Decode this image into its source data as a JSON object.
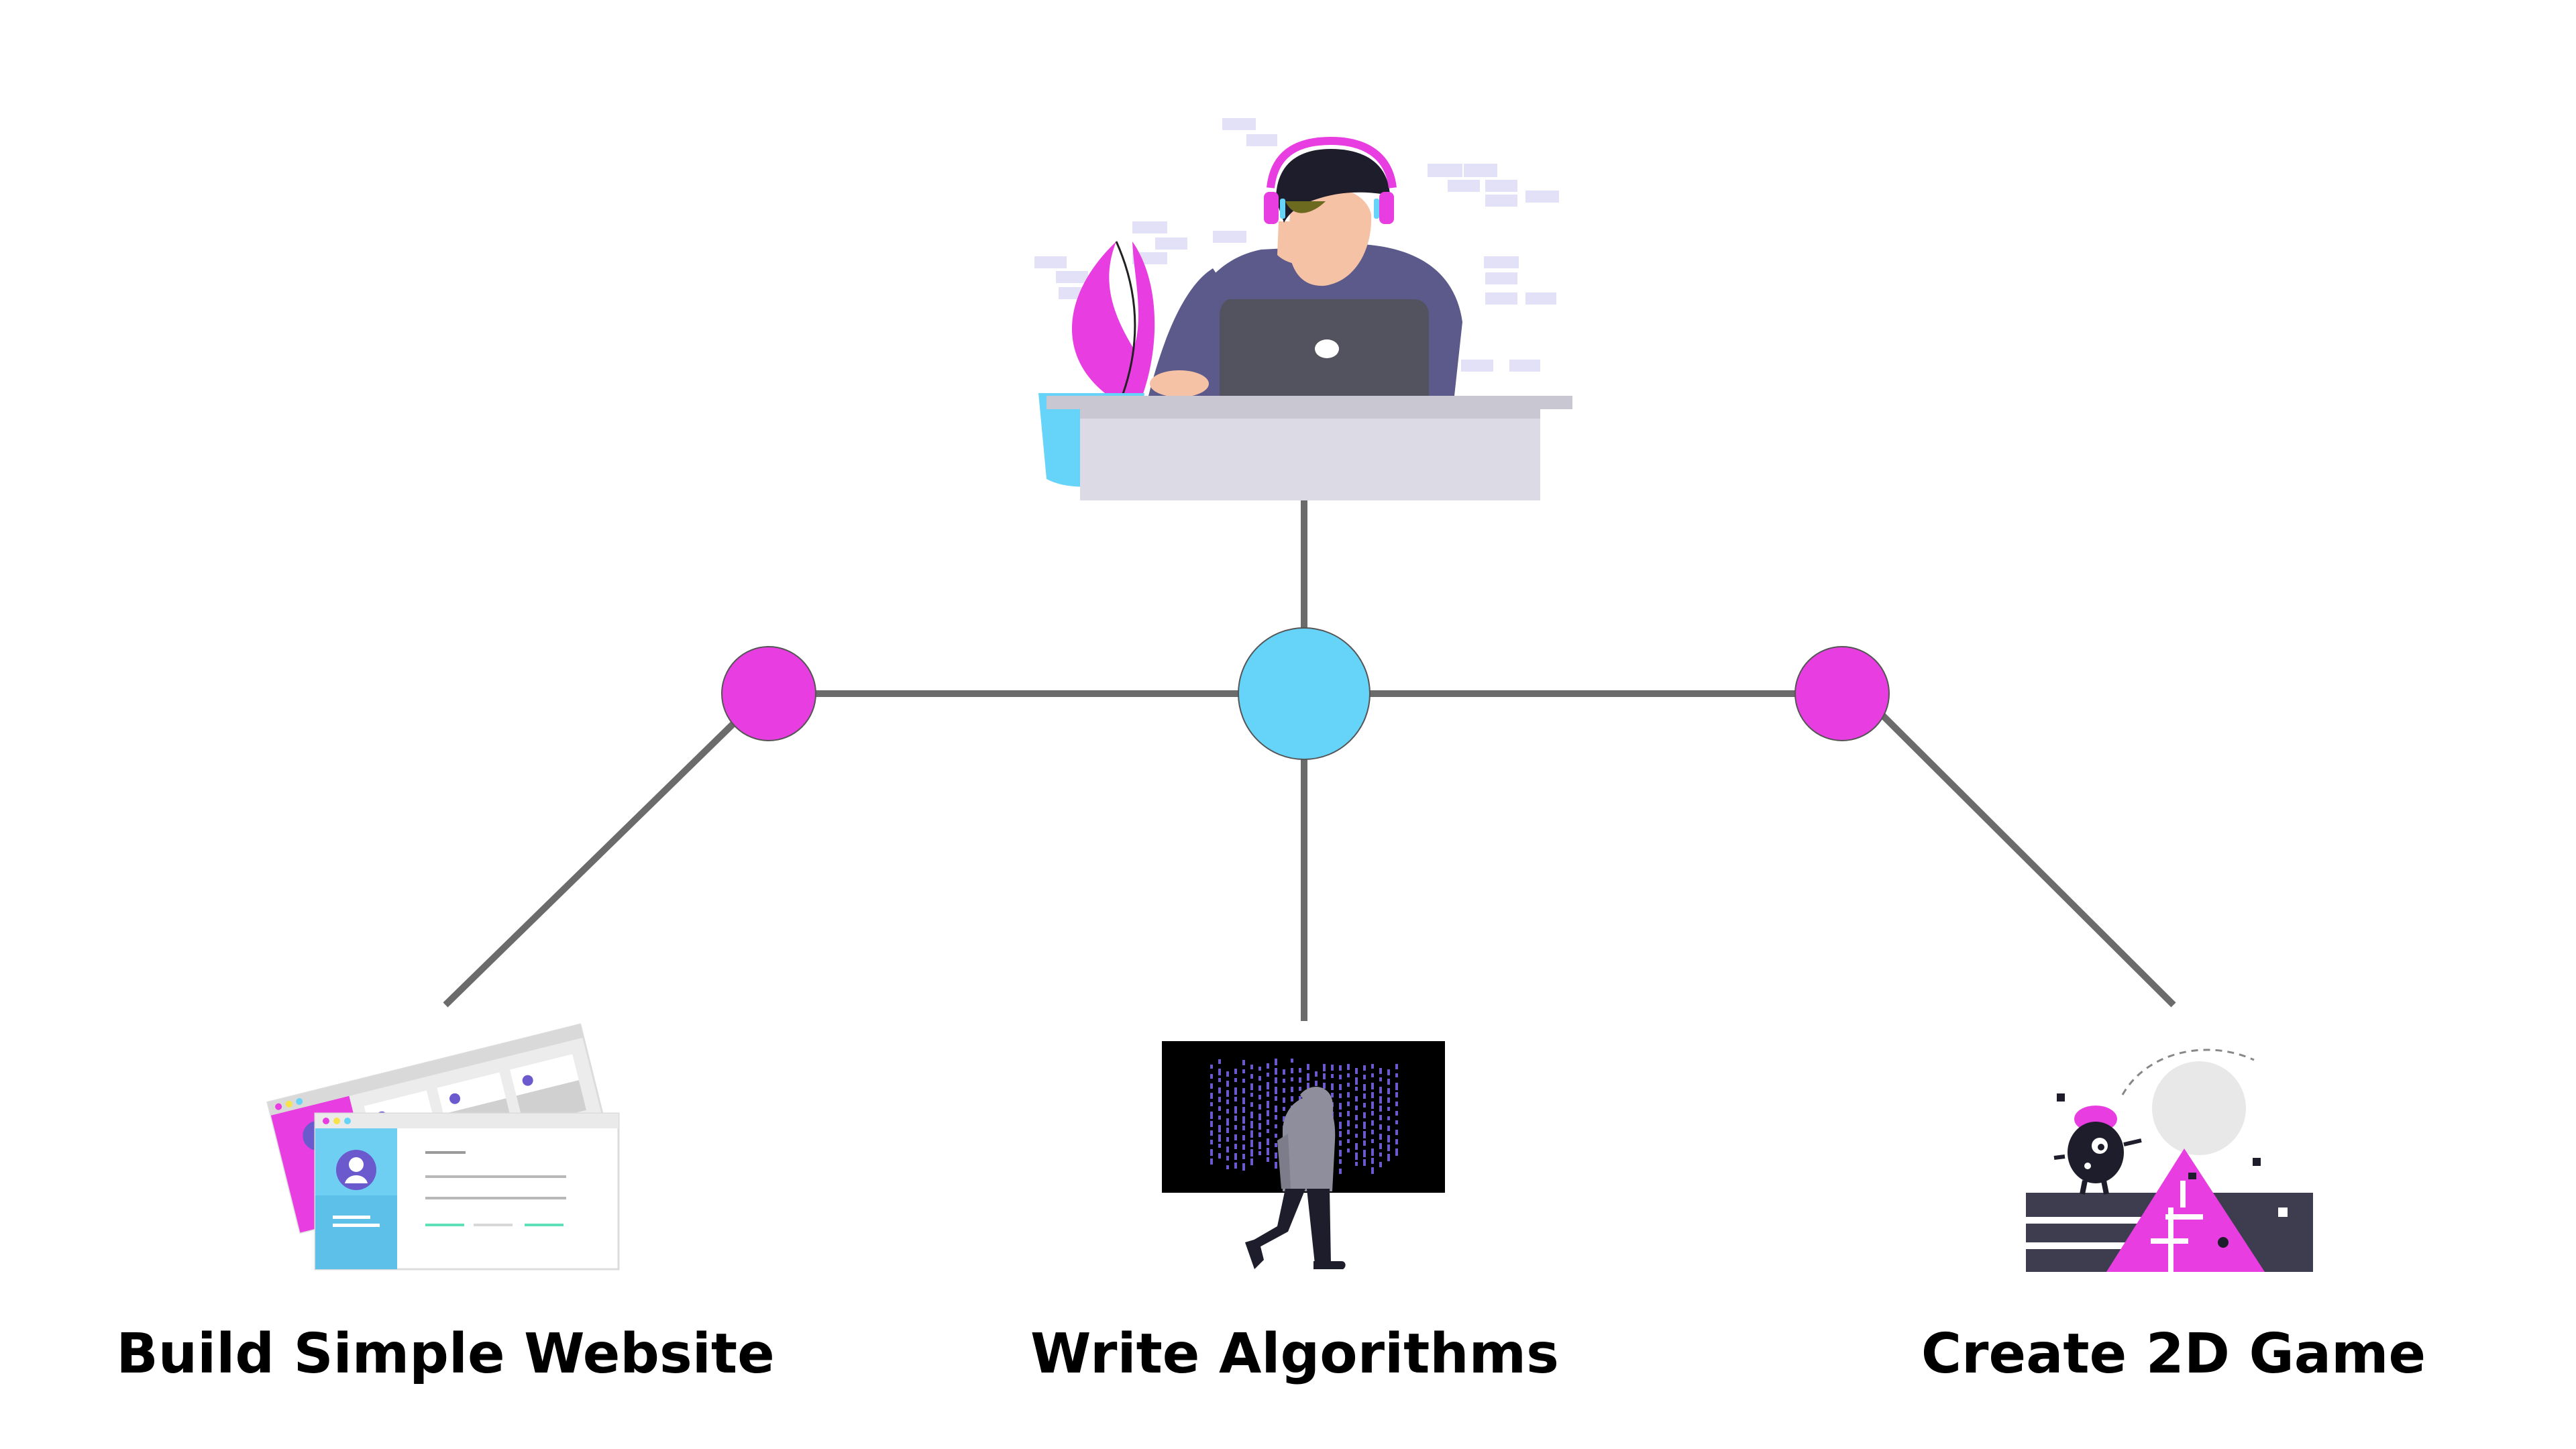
{
  "diagram": {
    "colors": {
      "background": "#ffffff",
      "connector": "#6b6b6b",
      "center_node": "#66d3f8",
      "side_node": "#e83de0",
      "label_text": "#000000"
    },
    "root": {
      "illustration": "developer-at-laptop-icon"
    },
    "hub": {
      "node": "center-node"
    },
    "branches": [
      {
        "label": "Build Simple Website",
        "illustration": "website-windows-icon"
      },
      {
        "label": "Write Algorithms",
        "illustration": "code-screen-hooded-person-icon"
      },
      {
        "label": "Create 2D Game",
        "illustration": "game-scene-icon"
      }
    ]
  }
}
